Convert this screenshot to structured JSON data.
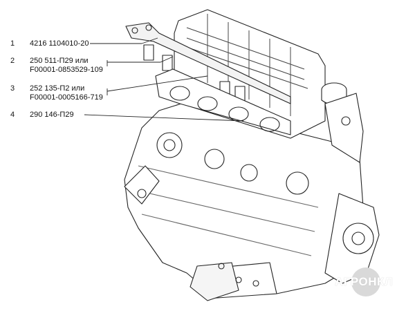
{
  "callouts": [
    {
      "index": "1",
      "lines": [
        "4216 1104010-20"
      ]
    },
    {
      "index": "2",
      "lines": [
        "250 511-П29 или",
        "F00001-0853529-109"
      ]
    },
    {
      "index": "3",
      "lines": [
        "252 135-П2 или",
        "F00001-0005166-719"
      ]
    },
    {
      "index": "4",
      "lines": [
        "290 146-П29"
      ]
    }
  ],
  "watermark": {
    "text": "АГРОНКЛ"
  },
  "colors": {
    "line": "#222222",
    "fill": "#ffffff",
    "shade": "#e8e8e8"
  }
}
